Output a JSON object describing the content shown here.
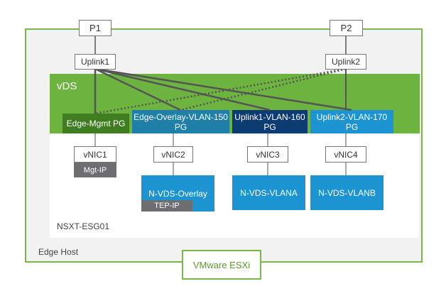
{
  "diagram": {
    "edge_host_label": "Edge Host",
    "esxi_label": "VMware ESXi",
    "vds_label": "vDS",
    "esg_label": "NSXT-ESG01",
    "physical_ports": [
      {
        "label": "P1"
      },
      {
        "label": "P2"
      }
    ],
    "uplinks": [
      {
        "label": "Uplink1"
      },
      {
        "label": "Uplink2"
      }
    ],
    "port_groups": [
      {
        "label": "Edge-Mgmt PG",
        "color": "#3f7d20"
      },
      {
        "label": "Edge-Overlay-VLAN-150\nPG",
        "color": "#1f7fa8"
      },
      {
        "label": "Uplink1-VLAN-160\nPG",
        "color": "#0d3c73"
      },
      {
        "label": "Uplink2-VLAN-170\nPG",
        "color": "#1c94d2"
      }
    ],
    "vnics": [
      {
        "label": "vNIC1"
      },
      {
        "label": "vNIC2"
      },
      {
        "label": "vNIC3"
      },
      {
        "label": "vNIC4"
      }
    ],
    "mgmt_ip_label": "Mgt-IP",
    "n_vds": [
      {
        "label": "N-VDS-Overlay",
        "tag": "TEP-IP"
      },
      {
        "label": "N-VDS-VLANA"
      },
      {
        "label": "N-VDS-VLANB"
      }
    ],
    "colors": {
      "green_border": "#7ab648",
      "vds_green": "#6cb33f",
      "blue": "#1c94d2",
      "gray_tag": "#6d6e71"
    }
  }
}
